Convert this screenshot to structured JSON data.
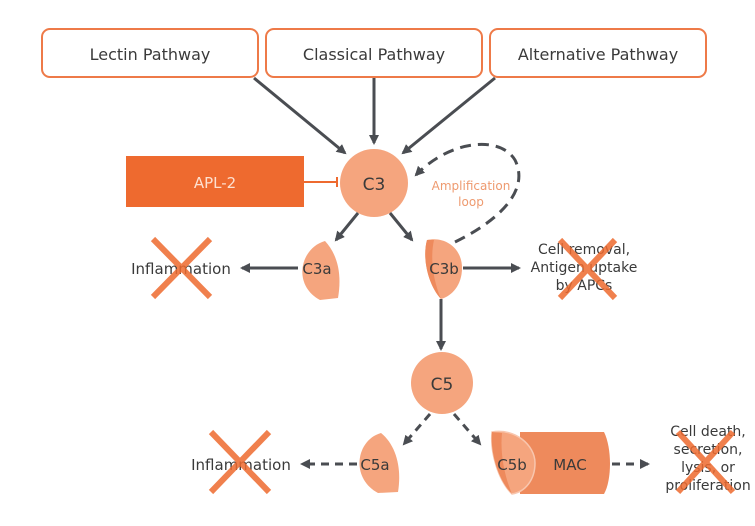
{
  "colors": {
    "accent": "#ee6a2f",
    "node_fill": "#f5a57e",
    "node_fill_dark": "#ee8a5c",
    "arrow": "#4a4d52",
    "text": "#3a3a3a",
    "loop_text": "#ee9a6f",
    "apl_text": "#fde0d0"
  },
  "pathways": [
    {
      "label": "Lectin Pathway"
    },
    {
      "label": "Classical Pathway"
    },
    {
      "label": "Alternative Pathway"
    }
  ],
  "inhibitor": {
    "label": "APL-2"
  },
  "nodes": {
    "c3": "C3",
    "c3a": "C3a",
    "c3b": "C3b",
    "c5": "C5",
    "c5a": "C5a",
    "c5b": "C5b",
    "mac": "MAC"
  },
  "amplification": {
    "line1": "Amplification",
    "line2": "loop"
  },
  "outcomes": {
    "inflammation_top": "Inflammation",
    "inflammation_bottom": "Inflammation",
    "cell_removal": [
      "Cell removal,",
      "Antigen uptake",
      "by APCs"
    ],
    "cell_death": [
      "Cell death,",
      "secretion,",
      "lysis, or",
      "proliferation"
    ]
  }
}
